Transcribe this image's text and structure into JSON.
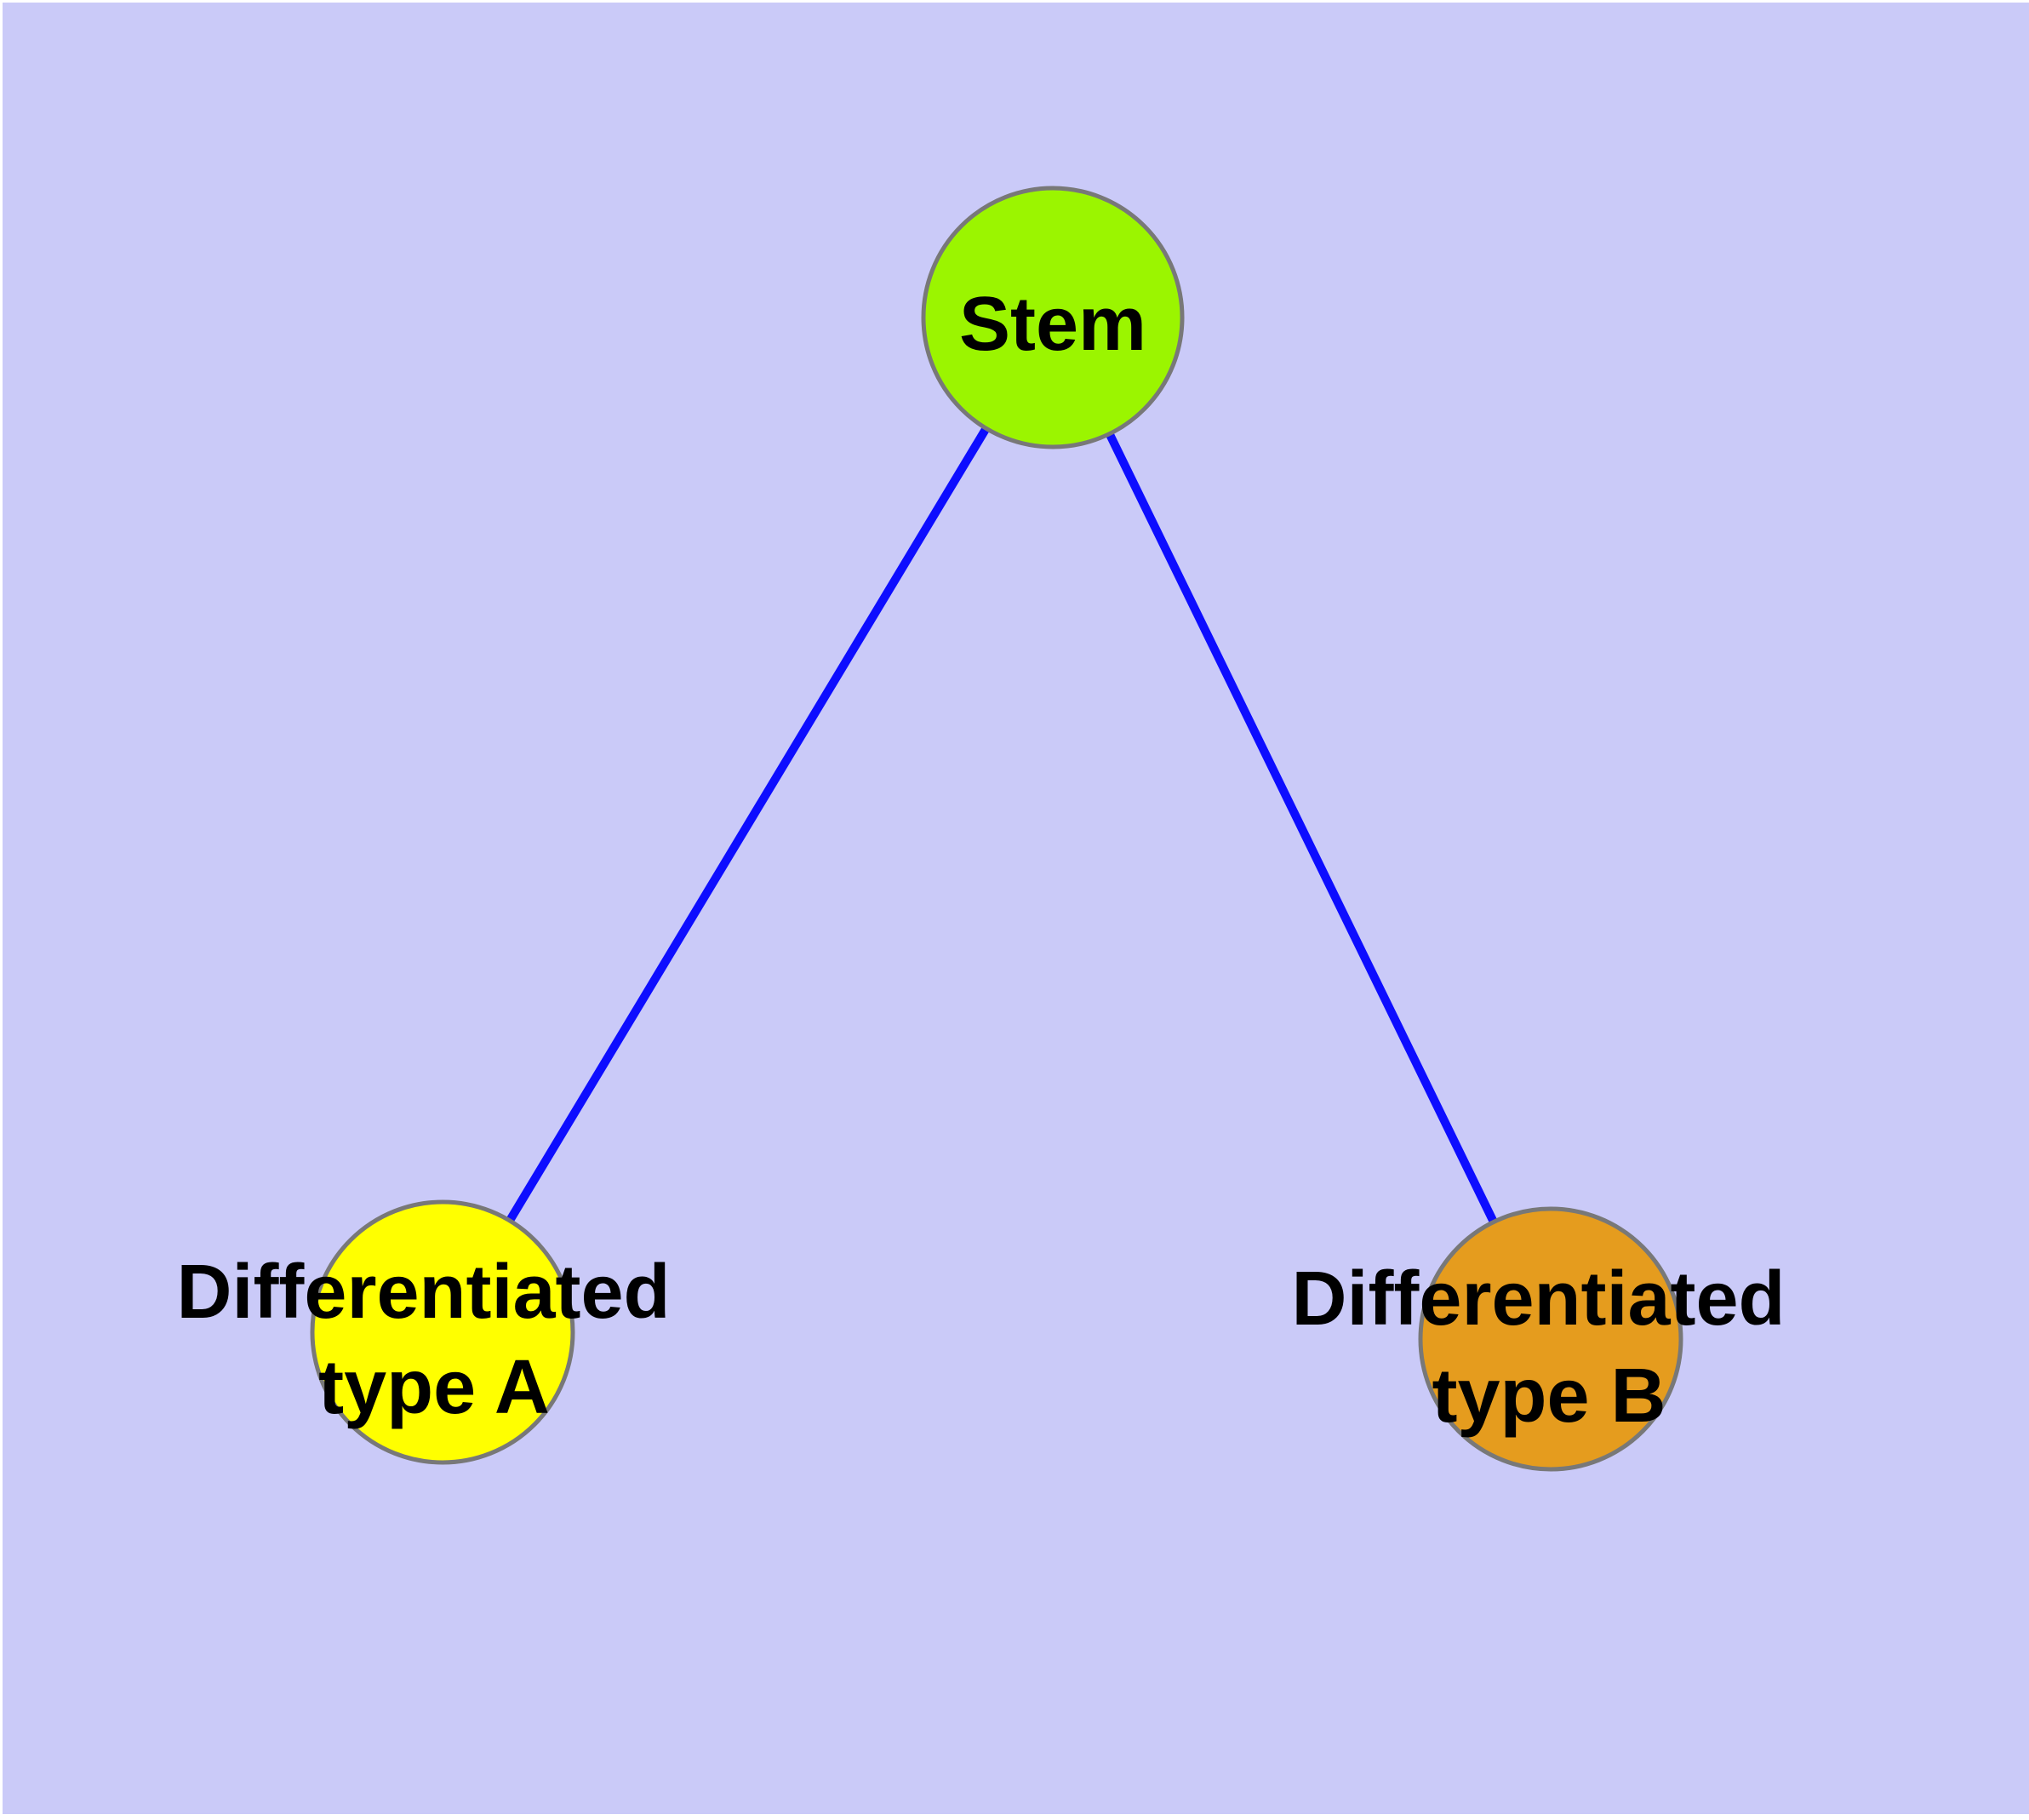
{
  "diagram": {
    "background_color": "#CACAF8",
    "frame_color": "#FFFFFF",
    "edge_color": "#0D0DFF",
    "node_border_color": "#787878",
    "label_color": "#000000",
    "nodes": [
      {
        "id": "stem",
        "label": "Stem",
        "lines": [
          "Stem"
        ],
        "color": "#9BF500"
      },
      {
        "id": "differentiated-type-a",
        "label": "Differentiated type A",
        "lines": [
          "Differentiated",
          "type A"
        ],
        "color": "#FFFF00"
      },
      {
        "id": "differentiated-type-b",
        "label": "Differentiated type B",
        "lines": [
          "Differentiated",
          "type B"
        ],
        "color": "#E59C1E"
      }
    ],
    "edges": [
      {
        "from": "Stem",
        "to": "Differentiated type A"
      },
      {
        "from": "Stem",
        "to": "Differentiated type B"
      }
    ]
  }
}
